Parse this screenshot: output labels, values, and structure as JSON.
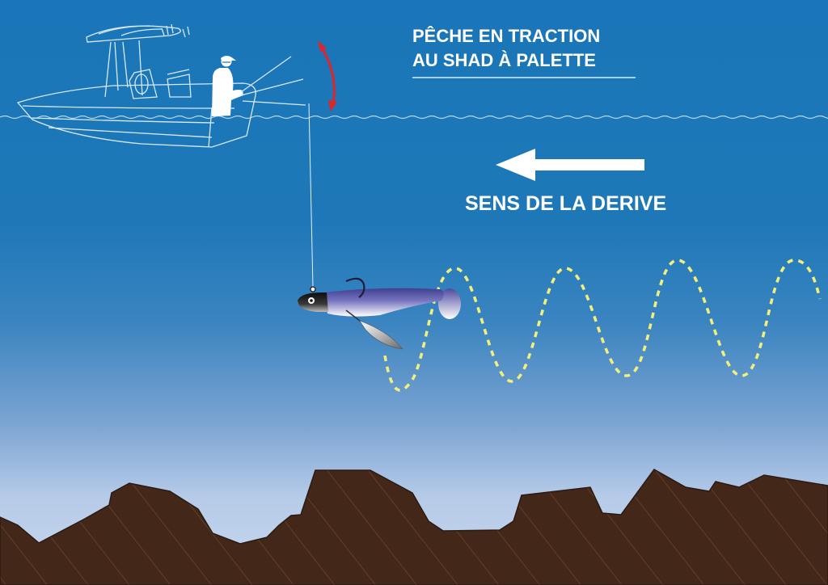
{
  "title": {
    "line1": "PÊCHE EN TRACTION",
    "line2": "AU SHAD À PALETTE"
  },
  "drift": {
    "label": "SENS DE LA DERIVE",
    "direction": "left"
  },
  "colors": {
    "water_top": "#1a76b8",
    "water_bottom": "#c9d8ee",
    "seabed": "#43281a",
    "seabed_hatch": "#7a4a2e",
    "lure_path": "#f2ef7a",
    "rod_motion_arrow": "#e0242a",
    "boat_outline": "#ffffff",
    "shad_body": "#5c5aa6"
  },
  "elements": {
    "boat": "center-console boat with angler",
    "rod_motion": "double-headed red arrow (up/down jigging)",
    "line": "vertical fishing line to lure",
    "lure": "shad with jig head and blade spinner",
    "trajectory": "dashed yellow sine wave",
    "seabed": "rocky brown bottom"
  }
}
